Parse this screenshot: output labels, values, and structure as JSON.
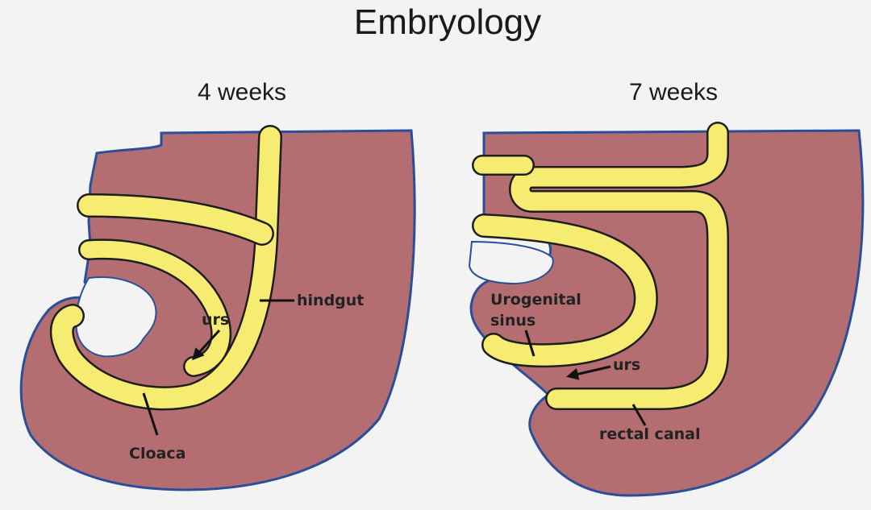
{
  "title": "Embryology",
  "panels": {
    "left": {
      "title": "4 weeks",
      "labels": {
        "hindgut": "hindgut",
        "urs": "urs",
        "cloaca": "Cloaca"
      }
    },
    "right": {
      "title": "7 weeks",
      "labels": {
        "urogenital_line1": "Urogenital",
        "urogenital_line2": "sinus",
        "urs": "urs",
        "rectal_canal": "rectal canal"
      }
    }
  },
  "colors": {
    "background": "#f3f3f3",
    "tissue": "#b46e72",
    "lumen": "#f7ec72",
    "outline": "#2a4f9a"
  }
}
